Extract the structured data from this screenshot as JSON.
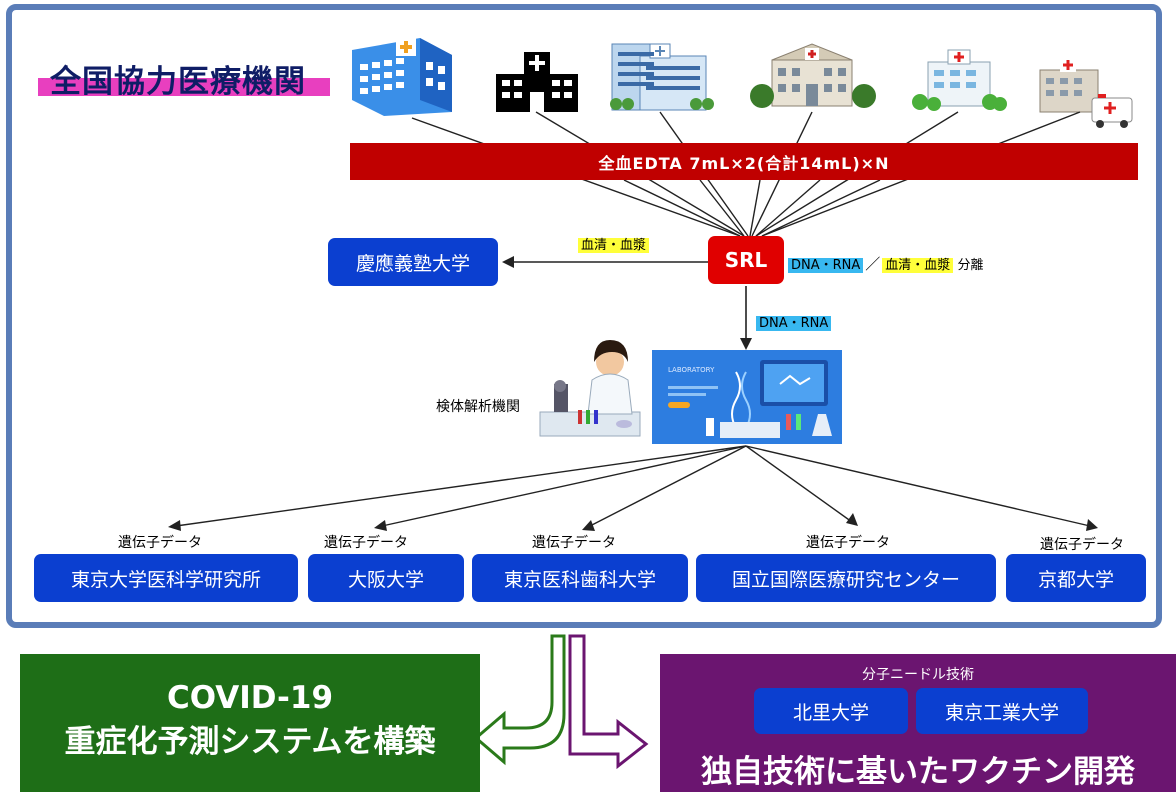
{
  "title": "全国協力医療機関",
  "sample_bar": "全血EDTA 7mL×2(合計14mL)×N",
  "srl": "SRL",
  "keio": "慶應義塾大学",
  "serum_plasma_label": "血清・血漿",
  "srl_right": {
    "dna_rna": "DNA・RNA",
    "slash": "／",
    "serum_plasma": "血清・血漿",
    "separation": "分離"
  },
  "dna_rna_down": "DNA・RNA",
  "lab_org": "検体解析機関",
  "laboratory_caption": "LABORATORY",
  "gene_data_label": "遺伝子データ",
  "institutions": [
    "東京大学医科学研究所",
    "大阪大学",
    "東京医科歯科大学",
    "国立国際医療研究センター",
    "京都大学"
  ],
  "bottom_left": {
    "line1": "COVID-19",
    "line2": "重症化予測システムを構築"
  },
  "bottom_right": {
    "caption": "分子ニードル技術",
    "box1": "北里大学",
    "box2": "東京工業大学",
    "title": "独自技術に基いたワクチン開発"
  },
  "colors": {
    "frame": "#5a7db8",
    "red_bar": "#c00000",
    "blue_box": "#0b3fd0",
    "green": "#1e6e17",
    "purple": "#6b1570"
  }
}
